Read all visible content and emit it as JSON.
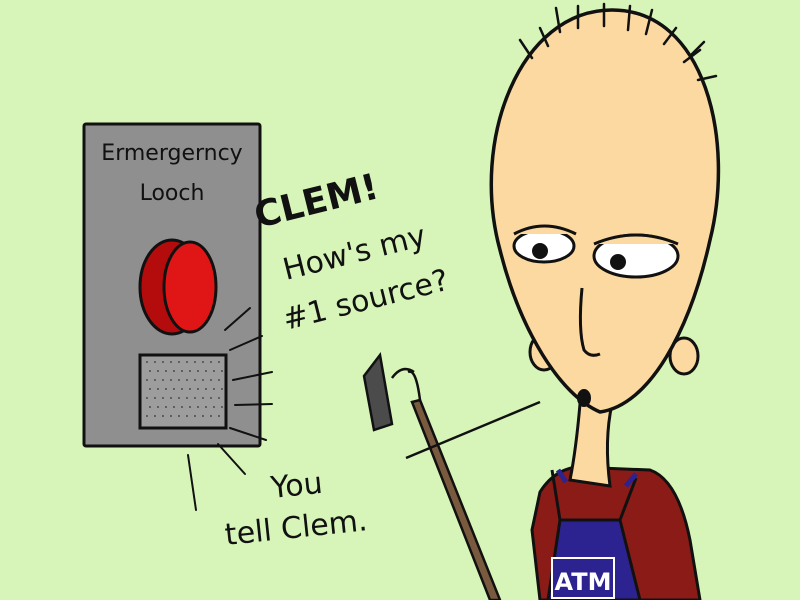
{
  "panel": {
    "line1": "Ermergerncy",
    "line2": "Looch"
  },
  "speech": {
    "line1": "CLEM!",
    "line2": "How's my",
    "line3": "#1 source?"
  },
  "reply": {
    "line1": "You",
    "line2": "tell Clem."
  },
  "apron": {
    "logo": "ATM"
  },
  "colors": {
    "background": "#d7f5b9",
    "panel": "#8f8f8f",
    "button": "#d11313",
    "skin": "#fcd9a0",
    "shirt": "#8a1b16",
    "apron": "#2c2390",
    "stick": "#7a5a3e"
  }
}
